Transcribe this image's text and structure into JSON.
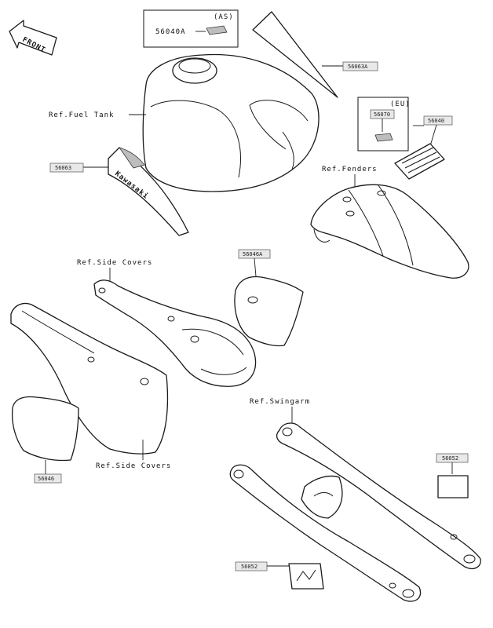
{
  "orientation": {
    "label": "FRONT"
  },
  "insets": [
    {
      "region": "AS",
      "part_number": "56040A"
    },
    {
      "region": "EU",
      "part_number": "56070"
    }
  ],
  "part_numbers": {
    "p56063A": "56063A",
    "p56063": "56063",
    "p56040": "56040",
    "p56046A": "56046A",
    "p56046": "56046",
    "p56052a": "56052",
    "p56052b": "56052"
  },
  "references": {
    "fuel_tank": "Ref.Fuel Tank",
    "fenders": "Ref.Fenders",
    "side_covers_top": "Ref.Side Covers",
    "side_covers_bottom": "Ref.Side Covers",
    "swingarm": "Ref.Swingarm"
  },
  "decal_text": {
    "tank_logo": "Kawasaki"
  }
}
